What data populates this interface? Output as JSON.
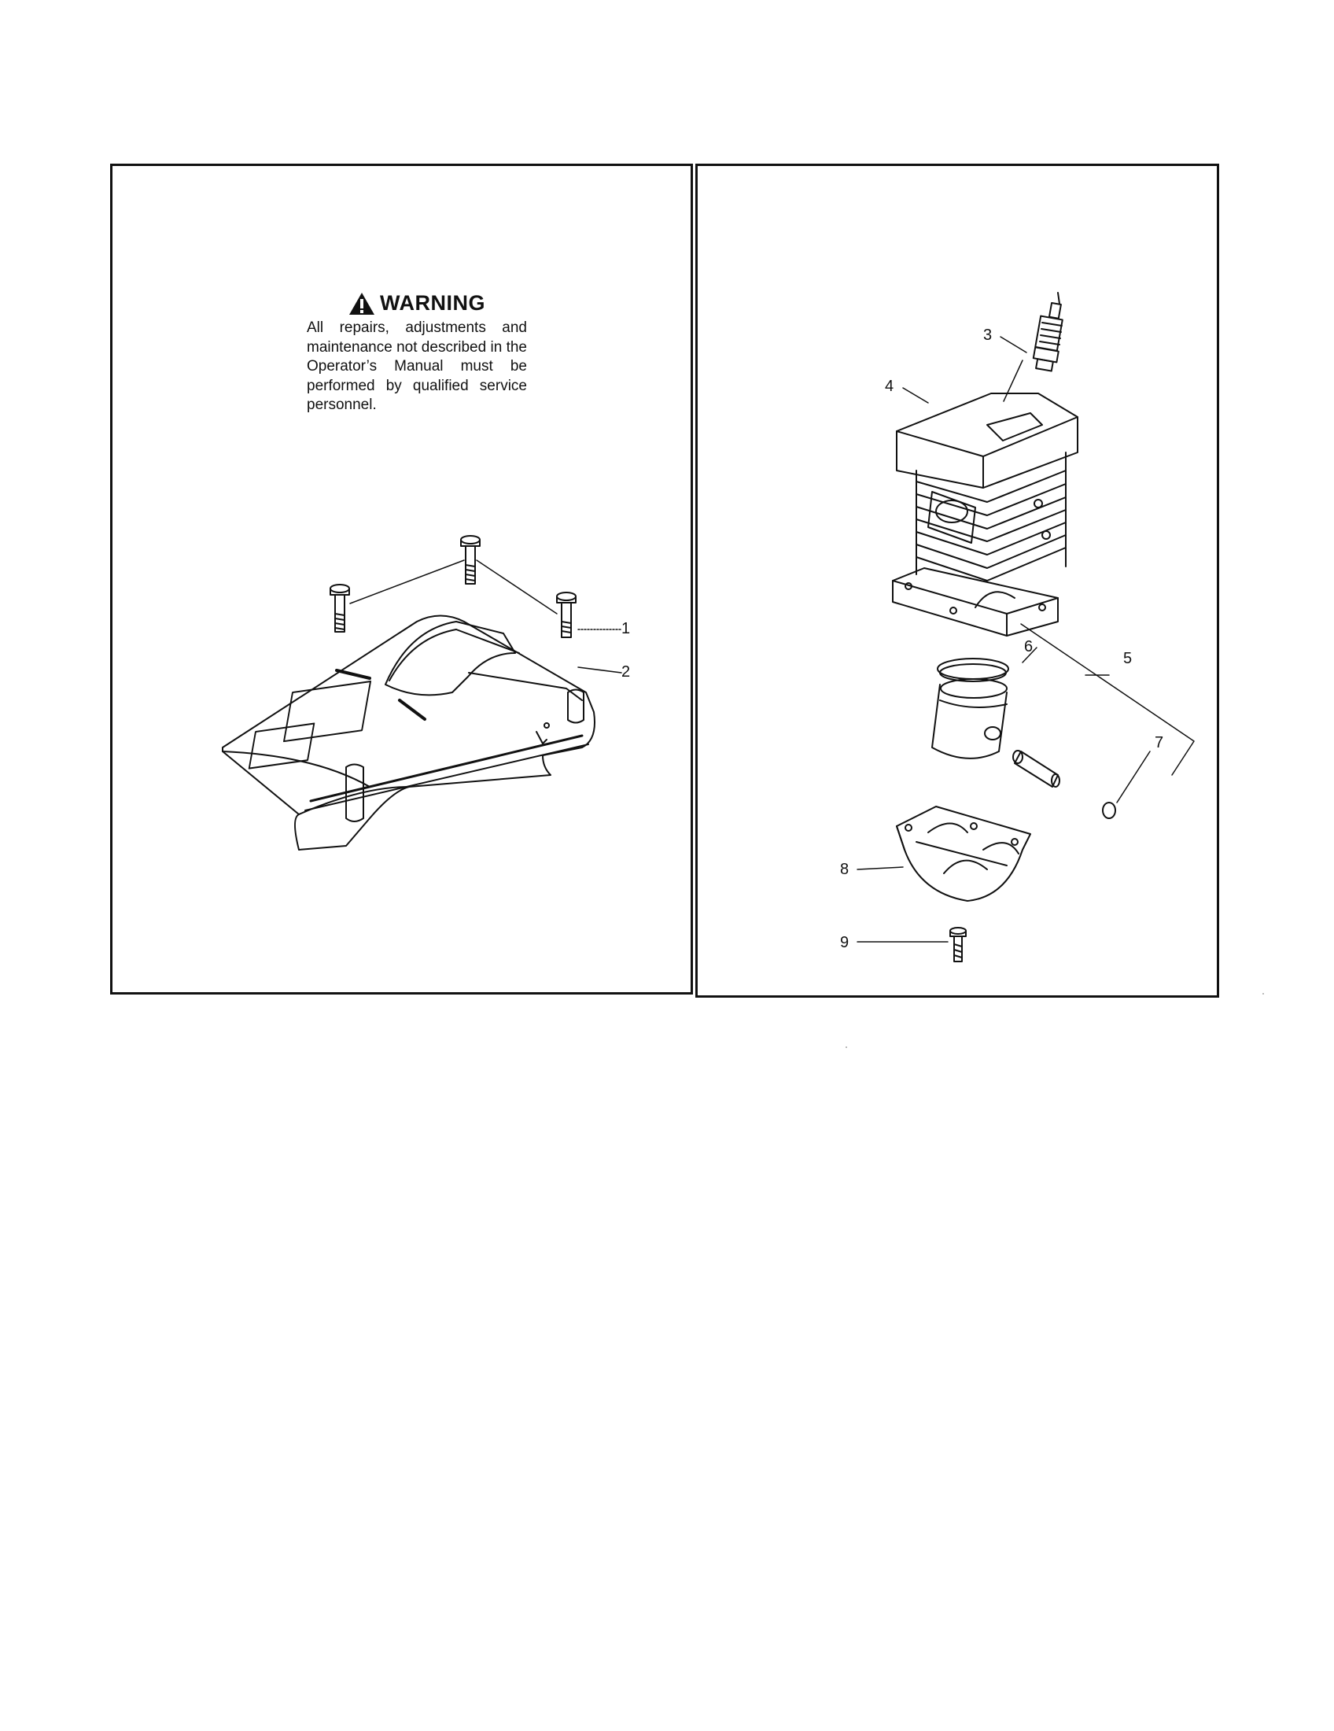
{
  "warning": {
    "icon": "warning-triangle-icon",
    "title": "WARNING",
    "text": "All repairs, adjustments and maintenance not described in the Operator’s Manual must be performed by qualified service personnel."
  },
  "left_panel": {
    "callouts": [
      "1",
      "2"
    ]
  },
  "right_panel": {
    "callouts": [
      "3",
      "4",
      "5",
      "6",
      "7",
      "8",
      "9"
    ]
  }
}
